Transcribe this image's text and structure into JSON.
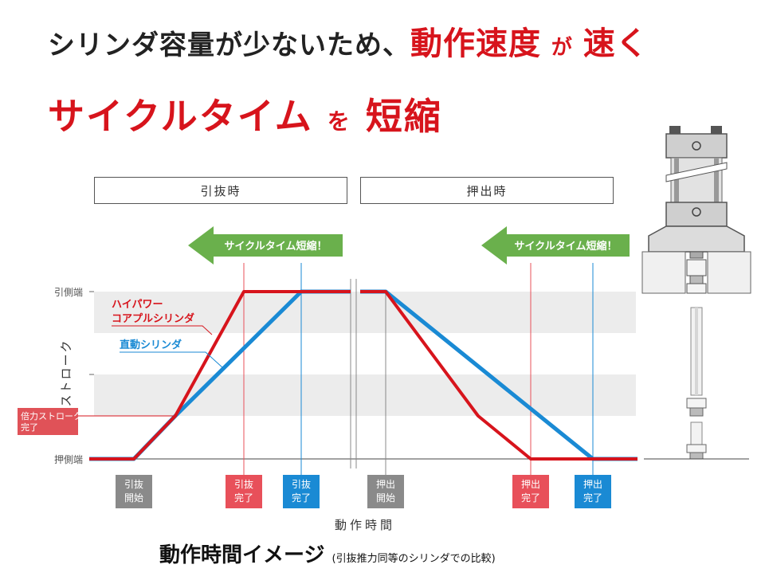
{
  "headline": {
    "line1_prefix": "シリンダ容量が少ないため、",
    "line1_hl1": "動作速度",
    "line1_mid": "が",
    "line1_hl2": "速く",
    "line2_main": "サイクルタイム",
    "line2_particle": "を",
    "line2_end": "短縮"
  },
  "phases": {
    "pull": "引抜時",
    "push": "押出時"
  },
  "caption": {
    "main": "動作時間イメージ",
    "note": "(引抜推力同等のシリンダでの比較)"
  },
  "colors": {
    "accent_red": "#d7141c",
    "accent_blue": "#1a8ad4",
    "banner_green": "#6ab04c",
    "label_gray": "#8a8a8a"
  },
  "chart_data": {
    "type": "line",
    "x_label": "動作時間",
    "y_label": "ストローク",
    "y_ticks": {
      "top": "引側端",
      "bottom": "押側端"
    },
    "banner_text": "サイクルタイム短縮！",
    "series": [
      {
        "name": "ハイパワーコアプルシリンダ",
        "name_line1": "ハイパワー",
        "name_line2": "コアプルシリンダ",
        "color": "#d7141c"
      },
      {
        "name": "直動シリンダ",
        "color": "#1a8ad4"
      }
    ],
    "annotation": {
      "line1": "倍力ストローク",
      "line2": "完了"
    },
    "time_markers": [
      {
        "line1": "引抜",
        "line2": "開始",
        "color": "#8a8a8a"
      },
      {
        "line1": "引抜",
        "line2": "完了",
        "color": "#e8505a"
      },
      {
        "line1": "引抜",
        "line2": "完了",
        "color": "#1a8ad4"
      },
      {
        "line1": "押出",
        "line2": "開始",
        "color": "#8a8a8a"
      },
      {
        "line1": "押出",
        "line2": "完了",
        "color": "#e8505a"
      },
      {
        "line1": "押出",
        "line2": "完了",
        "color": "#1a8ad4"
      }
    ]
  }
}
